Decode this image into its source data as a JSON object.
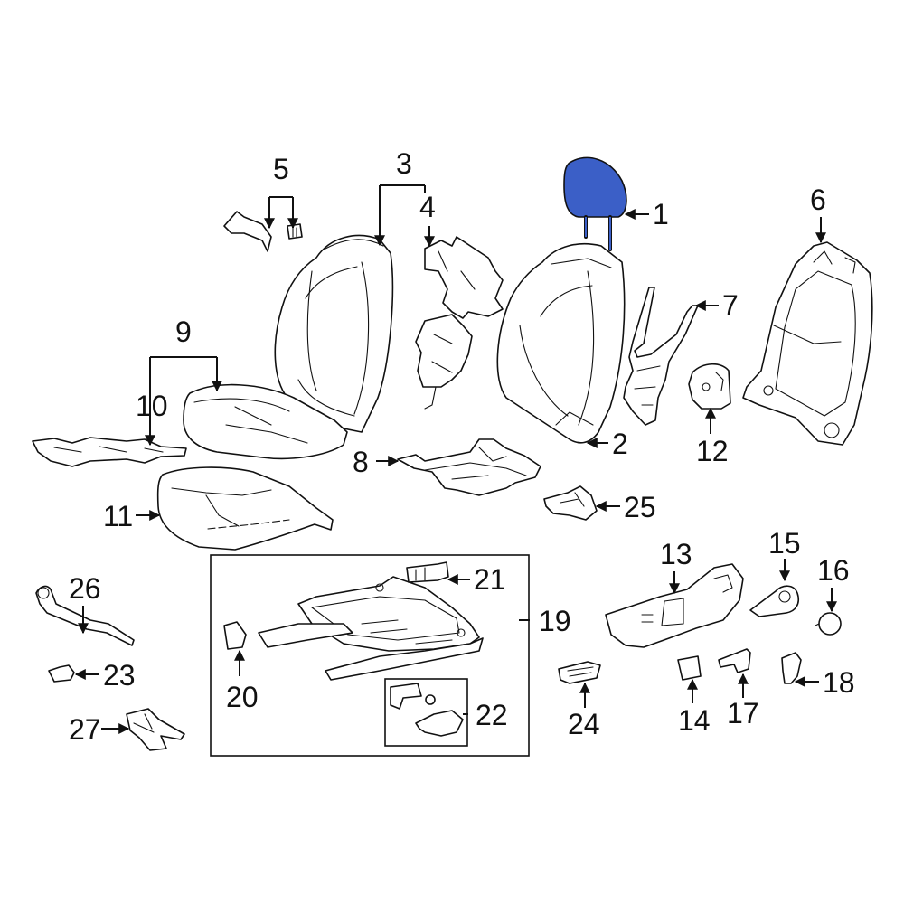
{
  "highlight_color": "#3b5fc7",
  "line_color": "#111111",
  "background_color": "#ffffff",
  "highlighted_part": "1",
  "callouts": {
    "c1": "1",
    "c2": "2",
    "c3": "3",
    "c4": "4",
    "c5": "5",
    "c6": "6",
    "c7": "7",
    "c8": "8",
    "c9": "9",
    "c10": "10",
    "c11": "11",
    "c12": "12",
    "c13": "13",
    "c14": "14",
    "c15": "15",
    "c16": "16",
    "c17": "17",
    "c18": "18",
    "c19": "19",
    "c20": "20",
    "c21": "21",
    "c22": "22",
    "c23": "23",
    "c24": "24",
    "c25": "25",
    "c26": "26",
    "c27": "27"
  }
}
